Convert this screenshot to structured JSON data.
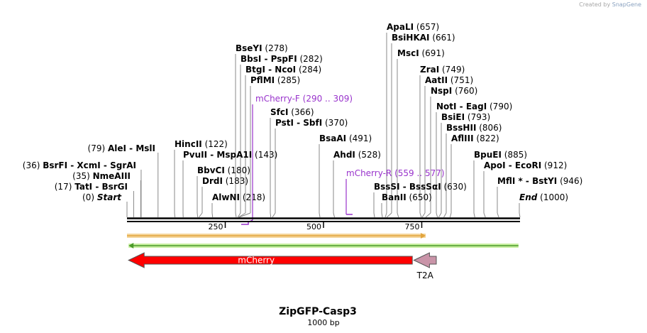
{
  "credit": {
    "prefix": "Created by",
    "brand": "SnapGene"
  },
  "map": {
    "title": "ZipGFP-Casp3",
    "length_label": "1000 bp",
    "total_bp": 1000,
    "ticks": [
      {
        "bp": 250,
        "label": "250"
      },
      {
        "bp": 500,
        "label": "500"
      },
      {
        "bp": 750,
        "label": "750"
      }
    ],
    "sites": [
      {
        "name": "Start",
        "pos": "(0)",
        "bp": 0,
        "side": "left",
        "italic": true
      },
      {
        "name": "TatI - BsrGI",
        "pos": "(17)",
        "bp": 17,
        "side": "left"
      },
      {
        "name": "NmeAIII",
        "pos": "(35)",
        "bp": 35,
        "side": "left"
      },
      {
        "name": "BsrFI - XcmI - SgrAI",
        "pos": "(36)",
        "bp": 36,
        "side": "left"
      },
      {
        "name": "AleI - MslI",
        "pos": "(79)",
        "bp": 79,
        "side": "left"
      },
      {
        "name": "HincII",
        "pos": "(122)",
        "bp": 122,
        "side": "right"
      },
      {
        "name": "PvuII - MspA1I",
        "pos": "(143)",
        "bp": 143,
        "side": "right"
      },
      {
        "name": "BbvCI",
        "pos": "(180)",
        "bp": 180,
        "side": "right"
      },
      {
        "name": "DrdI",
        "pos": "(183)",
        "bp": 183,
        "side": "right"
      },
      {
        "name": "AlwNI",
        "pos": "(218)",
        "bp": 218,
        "side": "right"
      },
      {
        "name": "BseYI",
        "pos": "(278)",
        "bp": 278,
        "side": "right"
      },
      {
        "name": "BbsI - PspFI",
        "pos": "(282)",
        "bp": 282,
        "side": "right"
      },
      {
        "name": "BtgI - NcoI",
        "pos": "(284)",
        "bp": 284,
        "side": "right"
      },
      {
        "name": "PflMI",
        "pos": "(285)",
        "bp": 285,
        "side": "right"
      },
      {
        "name": "SfcI",
        "pos": "(366)",
        "bp": 366,
        "side": "right"
      },
      {
        "name": "PstI - SbfI",
        "pos": "(370)",
        "bp": 370,
        "side": "right"
      },
      {
        "name": "BsaAI",
        "pos": "(491)",
        "bp": 491,
        "side": "right"
      },
      {
        "name": "AhdI",
        "pos": "(528)",
        "bp": 528,
        "side": "right"
      },
      {
        "name": "ApaLI",
        "pos": "(657)",
        "bp": 657,
        "side": "right"
      },
      {
        "name": "BsiHKAI",
        "pos": "(661)",
        "bp": 661,
        "side": "right"
      },
      {
        "name": "MscI",
        "pos": "(691)",
        "bp": 691,
        "side": "right"
      },
      {
        "name": "BssSI - BssSαI",
        "pos": "(630)",
        "bp": 630,
        "side": "right"
      },
      {
        "name": "BanII",
        "pos": "(650)",
        "bp": 650,
        "side": "right"
      },
      {
        "name": "ZraI",
        "pos": "(749)",
        "bp": 749,
        "side": "right"
      },
      {
        "name": "AatII",
        "pos": "(751)",
        "bp": 751,
        "side": "right"
      },
      {
        "name": "NspI",
        "pos": "(760)",
        "bp": 760,
        "side": "right"
      },
      {
        "name": "NotI - EagI",
        "pos": "(790)",
        "bp": 790,
        "side": "right"
      },
      {
        "name": "BsiEI",
        "pos": "(793)",
        "bp": 793,
        "side": "right"
      },
      {
        "name": "BssHII",
        "pos": "(806)",
        "bp": 806,
        "side": "right"
      },
      {
        "name": "AflIII",
        "pos": "(822)",
        "bp": 822,
        "side": "right"
      },
      {
        "name": "BpuEI",
        "pos": "(885)",
        "bp": 885,
        "side": "right"
      },
      {
        "name": "ApoI - EcoRI",
        "pos": "(912)",
        "bp": 912,
        "side": "right"
      },
      {
        "name": "MflI * - BstYI",
        "pos": "(946)",
        "bp": 946,
        "side": "right"
      },
      {
        "name": "End",
        "pos": "(1000)",
        "bp": 1000,
        "side": "right",
        "italic": true
      }
    ],
    "primers": [
      {
        "name": "mCherry-F",
        "range": "(290 .. 309)",
        "start": 290,
        "end": 309,
        "direction": "forward",
        "color": "#9933cc"
      },
      {
        "name": "mCherry-R",
        "range": "(559 .. 577)",
        "start": 559,
        "end": 577,
        "direction": "reverse",
        "color": "#9933cc"
      }
    ],
    "features": [
      {
        "name": "",
        "start": 0,
        "end": 760,
        "direction": "forward",
        "kind": "line",
        "color": "#e2a53e"
      },
      {
        "name": "",
        "start": 4,
        "end": 996,
        "direction": "reverse",
        "kind": "line",
        "color": "#4b9a2a"
      },
      {
        "name": "mCherry",
        "start": 4,
        "end": 726,
        "direction": "reverse",
        "kind": "arrow",
        "color": "#ff0000"
      },
      {
        "name": "T2A",
        "start": 730,
        "end": 787,
        "direction": "reverse",
        "kind": "arrow",
        "color": "#c994a8"
      }
    ]
  }
}
